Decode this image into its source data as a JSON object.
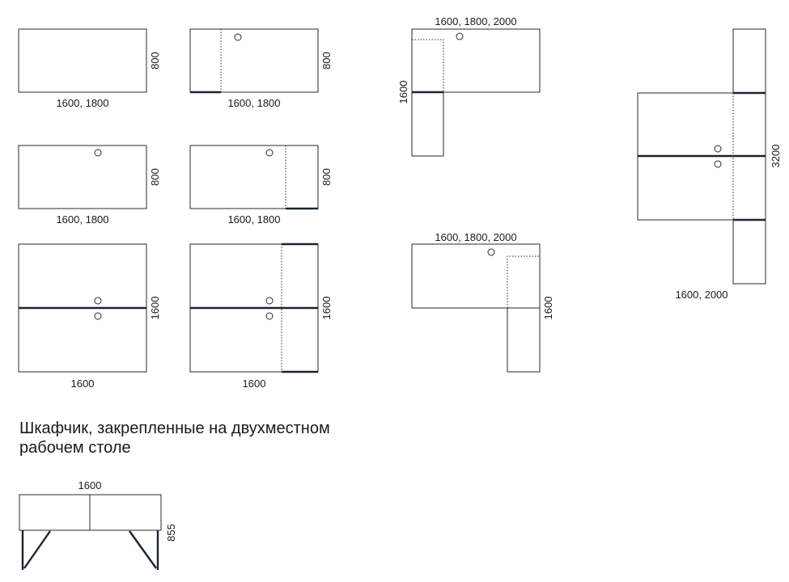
{
  "drawings": {
    "desk_single_plain": {
      "width_label": "1600, 1800",
      "depth_label": "800"
    },
    "desk_single_extension": {
      "width_label": "1600, 1800",
      "depth_label": "800"
    },
    "desk_single_hole": {
      "width_label": "1600, 1800",
      "depth_label": "800"
    },
    "desk_single_hole_extension": {
      "width_label": "1600, 1800",
      "depth_label": "800"
    },
    "desk_double": {
      "width_label": "1600",
      "depth_label": "1600"
    },
    "desk_double_extension": {
      "width_label": "1600",
      "depth_label": "1600"
    },
    "desk_corner_top": {
      "width_label": "1600, 1800, 2000",
      "depth_label": "1600"
    },
    "desk_corner_bottom": {
      "width_label": "1600, 1800, 2000",
      "depth_label": "1600"
    },
    "desk_cluster": {
      "width_label": "1600, 2000",
      "depth_label": "3200"
    },
    "cabinet_front": {
      "width_label": "1600",
      "height_label": "855"
    }
  },
  "caption": {
    "line1": "Шкафчик, закрепленные на двухместном",
    "line2": "рабочем столе"
  }
}
